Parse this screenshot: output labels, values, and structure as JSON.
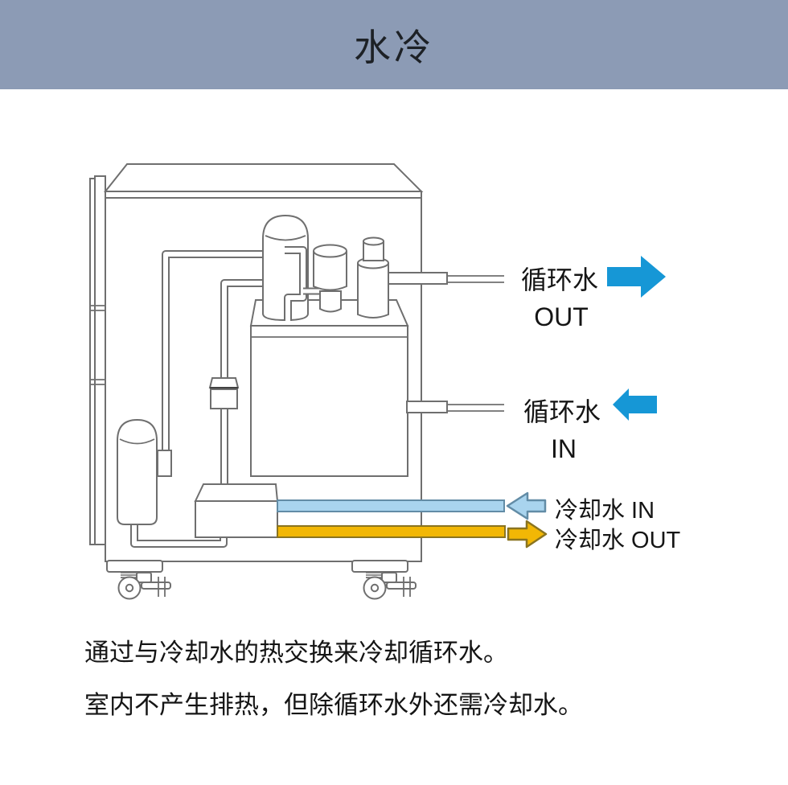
{
  "header": {
    "title": "水冷",
    "bg_color": "#8C9BB5"
  },
  "labels": {
    "circulating_out": {
      "cn": "循环水",
      "en": "OUT"
    },
    "circulating_in": {
      "cn": "循环水",
      "en": "IN"
    },
    "cooling_in": "冷却水 IN",
    "cooling_out": "冷却水 OUT"
  },
  "colors": {
    "arrow_blue": "#1697D6",
    "cooling_in_fill": "#A9D4EE",
    "cooling_in_stroke": "#628CA6",
    "cooling_out_fill": "#F2B705",
    "cooling_out_stroke": "#8A7420",
    "line_gray": "#6F6F6F",
    "header_bg": "#8C9BB5"
  },
  "caption": {
    "line1": "通过与冷却水的热交换来冷却循环水。",
    "line2": "室内不产生排热，但除循环水外还需冷却水。"
  }
}
